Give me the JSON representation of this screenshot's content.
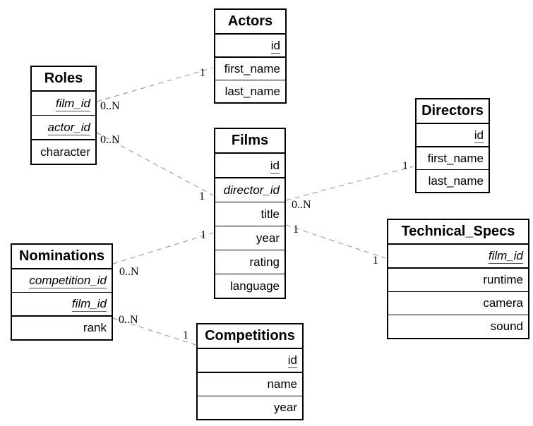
{
  "colors": {
    "background": "#ffffff",
    "table_border": "#000000",
    "text": "#000000",
    "relationship_line": "#8f8f8f",
    "pk_underline": "#4d4d4d"
  },
  "entities": [
    {
      "name": "Actors",
      "fields": [
        {
          "name": "id",
          "pk": true,
          "fk": false
        },
        {
          "name": "first_name",
          "pk": false,
          "fk": false
        },
        {
          "name": "last_name",
          "pk": false,
          "fk": false
        }
      ]
    },
    {
      "name": "Roles",
      "fields": [
        {
          "name": "film_id",
          "pk": true,
          "fk": true
        },
        {
          "name": "actor_id",
          "pk": true,
          "fk": true
        },
        {
          "name": "character",
          "pk": false,
          "fk": false
        }
      ]
    },
    {
      "name": "Films",
      "fields": [
        {
          "name": "id",
          "pk": true,
          "fk": false
        },
        {
          "name": "director_id",
          "pk": false,
          "fk": true
        },
        {
          "name": "title",
          "pk": false,
          "fk": false
        },
        {
          "name": "year",
          "pk": false,
          "fk": false
        },
        {
          "name": "rating",
          "pk": false,
          "fk": false
        },
        {
          "name": "language",
          "pk": false,
          "fk": false
        }
      ]
    },
    {
      "name": "Directors",
      "fields": [
        {
          "name": "id",
          "pk": true,
          "fk": false
        },
        {
          "name": "first_name",
          "pk": false,
          "fk": false
        },
        {
          "name": "last_name",
          "pk": false,
          "fk": false
        }
      ]
    },
    {
      "name": "Technical_Specs",
      "fields": [
        {
          "name": "film_id",
          "pk": true,
          "fk": true
        },
        {
          "name": "runtime",
          "pk": false,
          "fk": false
        },
        {
          "name": "camera",
          "pk": false,
          "fk": false
        },
        {
          "name": "sound",
          "pk": false,
          "fk": false
        }
      ]
    },
    {
      "name": "Nominations",
      "fields": [
        {
          "name": "competition_id",
          "pk": true,
          "fk": true
        },
        {
          "name": "film_id",
          "pk": true,
          "fk": true
        },
        {
          "name": "rank",
          "pk": false,
          "fk": false
        }
      ]
    },
    {
      "name": "Competitions",
      "fields": [
        {
          "name": "id",
          "pk": true,
          "fk": false
        },
        {
          "name": "name",
          "pk": false,
          "fk": false
        },
        {
          "name": "year",
          "pk": false,
          "fk": false
        }
      ]
    }
  ],
  "relationships": [
    {
      "from": "Roles",
      "to": "Actors",
      "from_card": "0..N",
      "to_card": "1"
    },
    {
      "from": "Roles",
      "to": "Films",
      "from_card": "0..N",
      "to_card": "1"
    },
    {
      "from": "Films",
      "to": "Directors",
      "from_card": "0..N",
      "to_card": "1"
    },
    {
      "from": "Films",
      "to": "Technical_Specs",
      "from_card": "1",
      "to_card": "1"
    },
    {
      "from": "Nominations",
      "to": "Films",
      "from_card": "0..N",
      "to_card": "1"
    },
    {
      "from": "Nominations",
      "to": "Competitions",
      "from_card": "0..N",
      "to_card": "1"
    }
  ]
}
